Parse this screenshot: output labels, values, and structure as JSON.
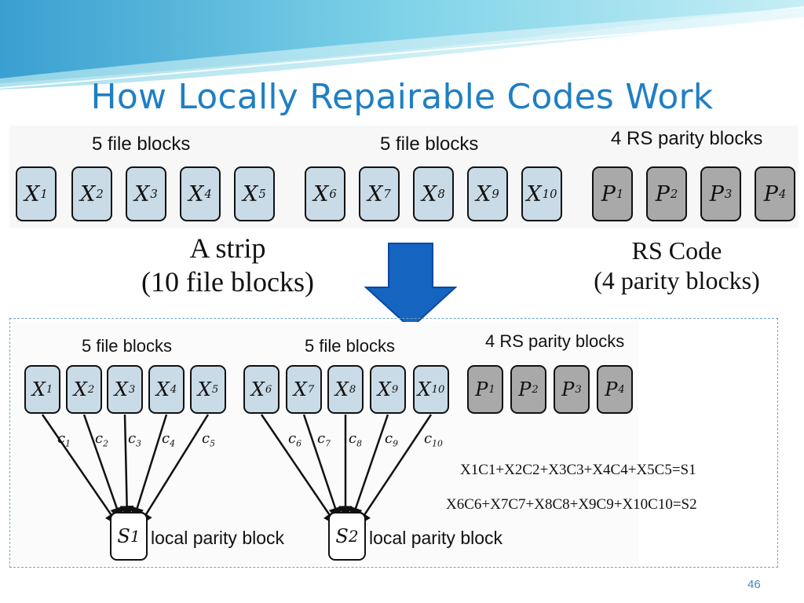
{
  "slide": {
    "title": "How Locally Repairable Codes Work",
    "page_number": "46"
  },
  "top_diagram": {
    "group_labels": [
      "5 file blocks",
      "5 file blocks",
      "4 RS parity blocks"
    ],
    "file_blocks": [
      {
        "letter": "X",
        "index": "1"
      },
      {
        "letter": "X",
        "index": "2"
      },
      {
        "letter": "X",
        "index": "3"
      },
      {
        "letter": "X",
        "index": "4"
      },
      {
        "letter": "X",
        "index": "5"
      },
      {
        "letter": "X",
        "index": "6"
      },
      {
        "letter": "X",
        "index": "7"
      },
      {
        "letter": "X",
        "index": "8"
      },
      {
        "letter": "X",
        "index": "9"
      },
      {
        "letter": "X",
        "index": "10"
      }
    ],
    "parity_blocks": [
      {
        "letter": "P",
        "index": "1"
      },
      {
        "letter": "P",
        "index": "2"
      },
      {
        "letter": "P",
        "index": "3"
      },
      {
        "letter": "P",
        "index": "4"
      }
    ]
  },
  "captions": {
    "strip_line1": "A strip",
    "strip_line2": "(10 file blocks)",
    "rs_line1": "RS Code",
    "rs_line2": "(4 parity blocks)"
  },
  "bottom_diagram": {
    "group_labels": [
      "5 file blocks",
      "5 file blocks",
      "4 RS parity blocks"
    ],
    "file_blocks": [
      {
        "letter": "X",
        "index": "1"
      },
      {
        "letter": "X",
        "index": "2"
      },
      {
        "letter": "X",
        "index": "3"
      },
      {
        "letter": "X",
        "index": "4"
      },
      {
        "letter": "X",
        "index": "5"
      },
      {
        "letter": "X",
        "index": "6"
      },
      {
        "letter": "X",
        "index": "7"
      },
      {
        "letter": "X",
        "index": "8"
      },
      {
        "letter": "X",
        "index": "9"
      },
      {
        "letter": "X",
        "index": "10"
      }
    ],
    "parity_blocks": [
      {
        "letter": "P",
        "index": "1"
      },
      {
        "letter": "P",
        "index": "2"
      },
      {
        "letter": "P",
        "index": "3"
      },
      {
        "letter": "P",
        "index": "4"
      }
    ],
    "coefficients": [
      {
        "letter": "c",
        "index": "1"
      },
      {
        "letter": "c",
        "index": "2"
      },
      {
        "letter": "c",
        "index": "3"
      },
      {
        "letter": "c",
        "index": "4"
      },
      {
        "letter": "c",
        "index": "5"
      },
      {
        "letter": "c",
        "index": "6"
      },
      {
        "letter": "c",
        "index": "7"
      },
      {
        "letter": "c",
        "index": "8"
      },
      {
        "letter": "c",
        "index": "9"
      },
      {
        "letter": "c",
        "index": "10"
      }
    ],
    "local_blocks": [
      {
        "letter": "S",
        "index": "1",
        "label": "local parity block"
      },
      {
        "letter": "S",
        "index": "2",
        "label": "local parity block"
      }
    ]
  },
  "equations": [
    "X1C1+X2C2+X3C3+X4C4+X5C5=S1",
    "X6C6+X7C7+X8C8+X9C9+X10C10=S2"
  ],
  "colors": {
    "title": "#1f7fc4",
    "arrow": "#1565c0",
    "file_block_fill": "#c9dbe6",
    "parity_block_fill": "#a9a9a9",
    "wave": "#5ec8e0"
  }
}
